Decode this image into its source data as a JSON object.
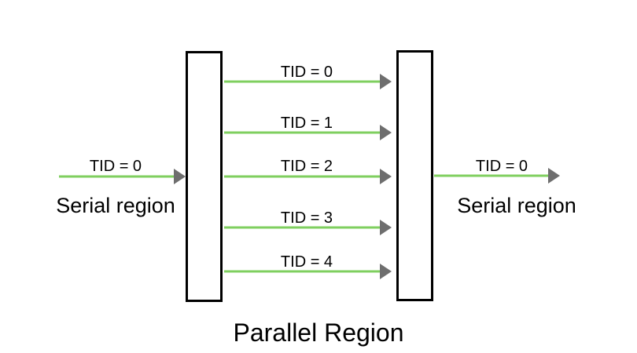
{
  "diagram": {
    "title": "Parallel Region",
    "serial_left": {
      "label": "Serial region",
      "tid": "TID = 0"
    },
    "serial_right": {
      "label": "Serial region",
      "tid": "TID = 0"
    },
    "threads": [
      {
        "tid": "TID = 0"
      },
      {
        "tid": "TID = 1"
      },
      {
        "tid": "TID = 2"
      },
      {
        "tid": "TID = 3"
      },
      {
        "tid": "TID = 4"
      }
    ]
  },
  "colors": {
    "arrow_line": "#7fcf5f",
    "arrow_head": "#6e6e6e",
    "box_stroke": "#000000",
    "text": "#000000"
  }
}
